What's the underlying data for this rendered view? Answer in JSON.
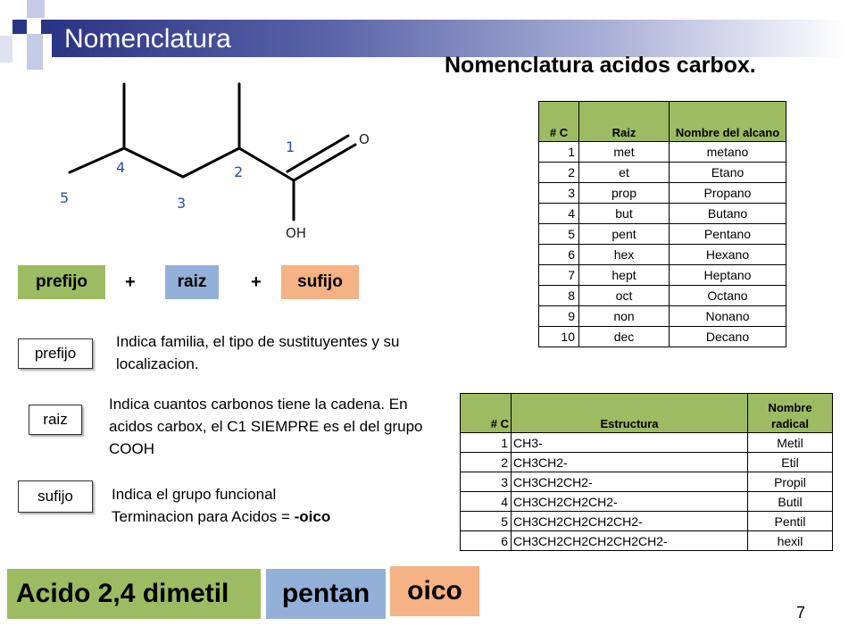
{
  "header": {
    "title": "Nomenclatura"
  },
  "subtitle": "Nomenclatura acidos carbox.",
  "structure": {
    "carbon_numbers": [
      "1",
      "2",
      "3",
      "4",
      "5"
    ],
    "atom_o": "O",
    "atom_oh": "OH"
  },
  "formula": {
    "prefix": "prefijo",
    "plus": "+",
    "root": "raiz",
    "suffix": "sufijo"
  },
  "definitions": [
    {
      "term": "prefijo",
      "text": "Indica familia, el tipo de sustituyentes y su localizacion."
    },
    {
      "term": "raiz",
      "text": "Indica cuantos carbonos tiene la cadena. En acidos carbox, el C1 SIEMPRE es el del grupo COOH"
    },
    {
      "term": "sufijo",
      "line1": "Indica el grupo funcional",
      "line2_prefix": "Terminacion para Acidos = ",
      "line2_bold": "-oico"
    }
  ],
  "alkane_table": {
    "headers": [
      "# C",
      "Raiz",
      "Nombre del alcano"
    ],
    "rows": [
      [
        "1",
        "met",
        "metano"
      ],
      [
        "2",
        "et",
        "Etano"
      ],
      [
        "3",
        "prop",
        "Propano"
      ],
      [
        "4",
        "but",
        "Butano"
      ],
      [
        "5",
        "pent",
        "Pentano"
      ],
      [
        "6",
        "hex",
        "Hexano"
      ],
      [
        "7",
        "hept",
        "Heptano"
      ],
      [
        "8",
        "oct",
        "Octano"
      ],
      [
        "9",
        "non",
        "Nonano"
      ],
      [
        "10",
        "dec",
        "Decano"
      ]
    ]
  },
  "radical_table": {
    "headers": [
      "# C",
      "Estructura",
      "Nombre radical"
    ],
    "rows": [
      [
        "1",
        "CH3-",
        "Metil"
      ],
      [
        "2",
        "CH3CH2-",
        "Etil"
      ],
      [
        "3",
        "CH3CH2CH2-",
        "Propil"
      ],
      [
        "4",
        "CH3CH2CH2CH2-",
        "Butil"
      ],
      [
        "5",
        "CH3CH2CH2CH2CH2-",
        "Pentil"
      ],
      [
        "6",
        "CH3CH2CH2CH2CH2CH2-",
        "hexil"
      ]
    ]
  },
  "answer": {
    "part1": "Acido 2,4 dimetil",
    "part2": "pentan",
    "part3": "oico"
  },
  "page_number": "7",
  "colors": {
    "header_dark": "#2b3585",
    "green": "#9dbb62",
    "blue": "#93b0d8",
    "orange": "#f4b285",
    "carbon_numbers": "#2f4fa8"
  }
}
